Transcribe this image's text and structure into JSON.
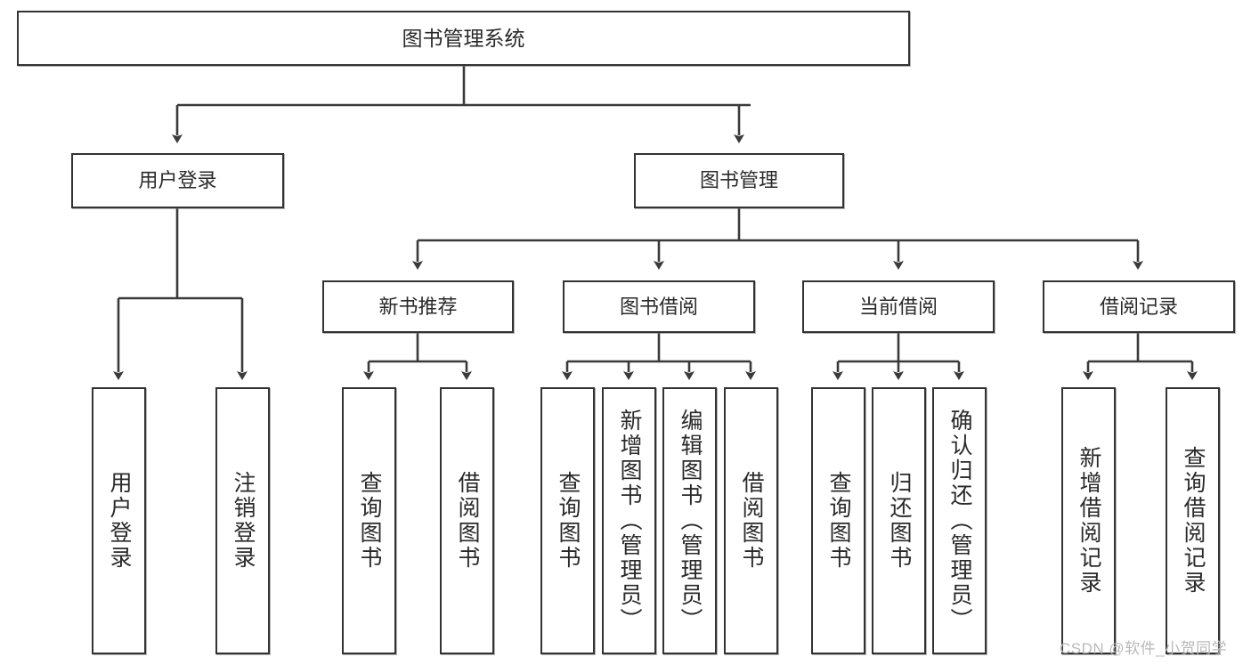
{
  "diagram": {
    "type": "hierarchy-tree",
    "title": "图书管理系统",
    "watermark": "CSDN @软件_小贺同学",
    "colors": {
      "box_border": "#333333",
      "box_fill": "#ffffff",
      "connector": "#3a3a3a",
      "text": "#2a2a2a",
      "watermark": "#b9b9b9"
    },
    "nodes": {
      "root": {
        "label": "图书管理系统",
        "orientation": "horizontal",
        "level": 0
      },
      "user_login": {
        "label": "用户登录",
        "orientation": "horizontal",
        "level": 1
      },
      "book_manage": {
        "label": "图书管理",
        "orientation": "horizontal",
        "level": 1
      },
      "new_book_rec": {
        "label": "新书推荐",
        "orientation": "horizontal",
        "level": 2
      },
      "book_borrow": {
        "label": "图书借阅",
        "orientation": "horizontal",
        "level": 2
      },
      "current_borrow": {
        "label": "当前借阅",
        "orientation": "horizontal",
        "level": 2
      },
      "borrow_record": {
        "label": "借阅记录",
        "orientation": "horizontal",
        "level": 2
      },
      "leaf_user_login": {
        "label": "用户登录",
        "orientation": "vertical",
        "level": 3
      },
      "leaf_logout": {
        "label": "注销登录",
        "orientation": "vertical",
        "level": 3
      },
      "leaf_query_book_1": {
        "label": "查询图书",
        "orientation": "vertical",
        "level": 3
      },
      "leaf_borrow_book_1": {
        "label": "借阅图书",
        "orientation": "vertical",
        "level": 3
      },
      "leaf_query_book_2": {
        "label": "查询图书",
        "orientation": "vertical",
        "level": 3
      },
      "leaf_add_book": {
        "label": "新增图书（管理员）",
        "orientation": "vertical",
        "level": 3
      },
      "leaf_edit_book": {
        "label": "编辑图书（管理员）",
        "orientation": "vertical",
        "level": 3
      },
      "leaf_borrow_book_2": {
        "label": "借阅图书",
        "orientation": "vertical",
        "level": 3
      },
      "leaf_query_book_3": {
        "label": "查询图书",
        "orientation": "vertical",
        "level": 3
      },
      "leaf_return_book": {
        "label": "归还图书",
        "orientation": "vertical",
        "level": 3
      },
      "leaf_confirm_return": {
        "label": "确认归还（管理员）",
        "orientation": "vertical",
        "level": 3
      },
      "leaf_add_record": {
        "label": "新增借阅记录",
        "orientation": "vertical",
        "level": 3
      },
      "leaf_query_record": {
        "label": "查询借阅记录",
        "orientation": "vertical",
        "level": 3
      }
    },
    "edges": [
      {
        "from": "root",
        "to": "user_login"
      },
      {
        "from": "root",
        "to": "book_manage"
      },
      {
        "from": "book_manage",
        "to": "new_book_rec"
      },
      {
        "from": "book_manage",
        "to": "book_borrow"
      },
      {
        "from": "book_manage",
        "to": "current_borrow"
      },
      {
        "from": "book_manage",
        "to": "borrow_record"
      },
      {
        "from": "user_login",
        "to": "leaf_user_login"
      },
      {
        "from": "user_login",
        "to": "leaf_logout"
      },
      {
        "from": "new_book_rec",
        "to": "leaf_query_book_1"
      },
      {
        "from": "new_book_rec",
        "to": "leaf_borrow_book_1"
      },
      {
        "from": "book_borrow",
        "to": "leaf_query_book_2"
      },
      {
        "from": "book_borrow",
        "to": "leaf_add_book"
      },
      {
        "from": "book_borrow",
        "to": "leaf_edit_book"
      },
      {
        "from": "book_borrow",
        "to": "leaf_borrow_book_2"
      },
      {
        "from": "current_borrow",
        "to": "leaf_query_book_3"
      },
      {
        "from": "current_borrow",
        "to": "leaf_return_book"
      },
      {
        "from": "current_borrow",
        "to": "leaf_confirm_return"
      },
      {
        "from": "borrow_record",
        "to": "leaf_add_record"
      },
      {
        "from": "borrow_record",
        "to": "leaf_query_record"
      }
    ]
  }
}
